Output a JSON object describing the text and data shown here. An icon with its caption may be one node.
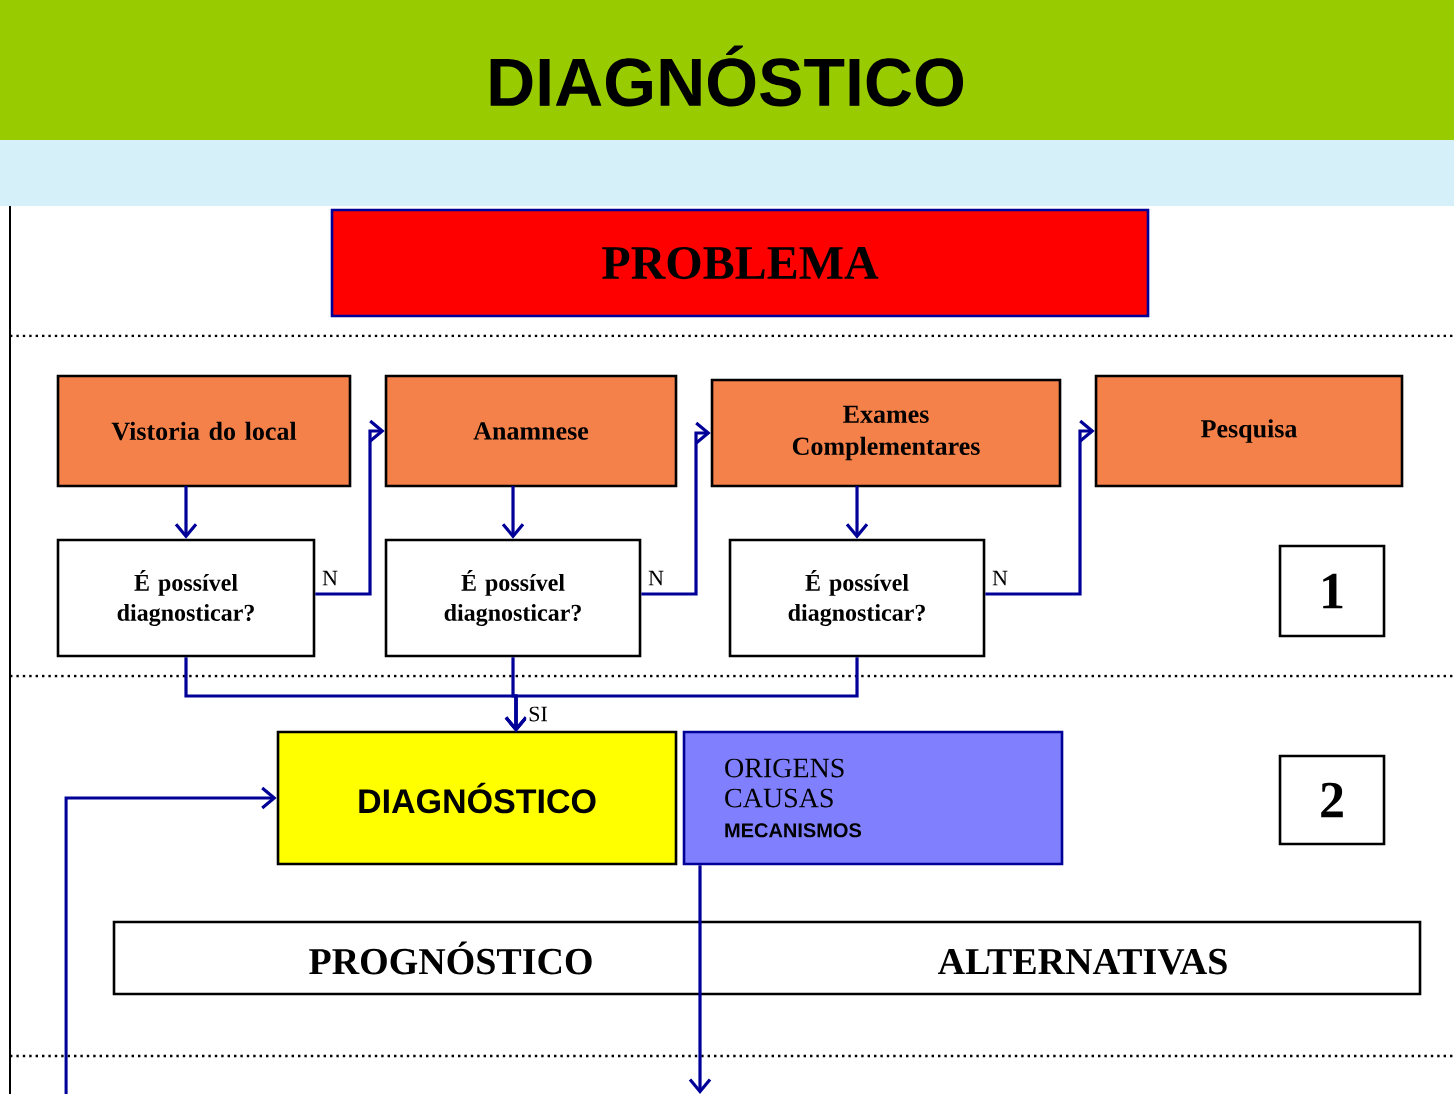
{
  "diagram": {
    "title": "DIAGNÓSTICO",
    "nodes": [
      {
        "text": [
          "PROBLEMA"
        ]
      },
      {
        "text": [
          "Vistoria do local"
        ]
      },
      {
        "text": [
          "Anamnese"
        ]
      },
      {
        "text": [
          "Exames Complementares"
        ]
      },
      {
        "text": [
          "Pesquisa"
        ]
      },
      {
        "text": [
          "É possível diagnosticar?"
        ]
      },
      {
        "text": [
          "É possível diagnosticar?"
        ]
      },
      {
        "text": [
          "É possível diagnosticar?"
        ]
      },
      {
        "text": [
          "1"
        ]
      },
      {
        "text": [
          "DIAGNÓSTICO"
        ]
      },
      {
        "text": [
          "ORIGENS",
          "CAUSAS",
          "MECANISMOS"
        ]
      },
      {
        "text": [
          "2"
        ]
      },
      {
        "text": [
          "PROGNÓSTICO",
          "ALTERNATIVAS"
        ]
      }
    ],
    "edges": [
      {
        "from": 1,
        "to": 5,
        "arrow": "to"
      },
      {
        "from": 2,
        "to": 6,
        "arrow": "to"
      },
      {
        "from": 3,
        "to": 7,
        "arrow": "to"
      },
      {
        "from": 5,
        "to": 2,
        "arrow": "to",
        "label": "N"
      },
      {
        "from": 6,
        "to": 3,
        "arrow": "to",
        "label": "N"
      },
      {
        "from": 7,
        "to": 4,
        "arrow": "to",
        "label": "N"
      },
      {
        "from": 5,
        "to": 9,
        "arrow": "to"
      },
      {
        "from": 6,
        "to": 9,
        "arrow": "to",
        "label": "SI"
      },
      {
        "from": 7,
        "to": 9,
        "arrow": "to"
      },
      {
        "from": null,
        "to": 9,
        "arrow": "to"
      },
      {
        "from": 10,
        "to": null,
        "arrow": "to"
      }
    ]
  }
}
